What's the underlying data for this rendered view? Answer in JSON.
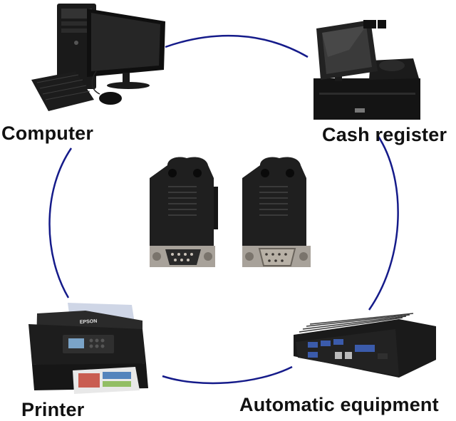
{
  "labels": {
    "computer": "Computer",
    "cash_register": "Cash register",
    "printer": "Printer",
    "automatic_equipment": "Automatic equipment"
  },
  "printer_brand": "EPSON",
  "colors": {
    "circle": "#151b8a",
    "connector_body": "#1f1f1f",
    "connector_metal": "#a8a29a",
    "label_text": "#111111"
  },
  "icons": [
    "desktop-computer-icon",
    "cash-register-icon",
    "db9-male-connector-icon",
    "db9-female-connector-icon",
    "printer-icon",
    "industrial-pc-icon"
  ]
}
